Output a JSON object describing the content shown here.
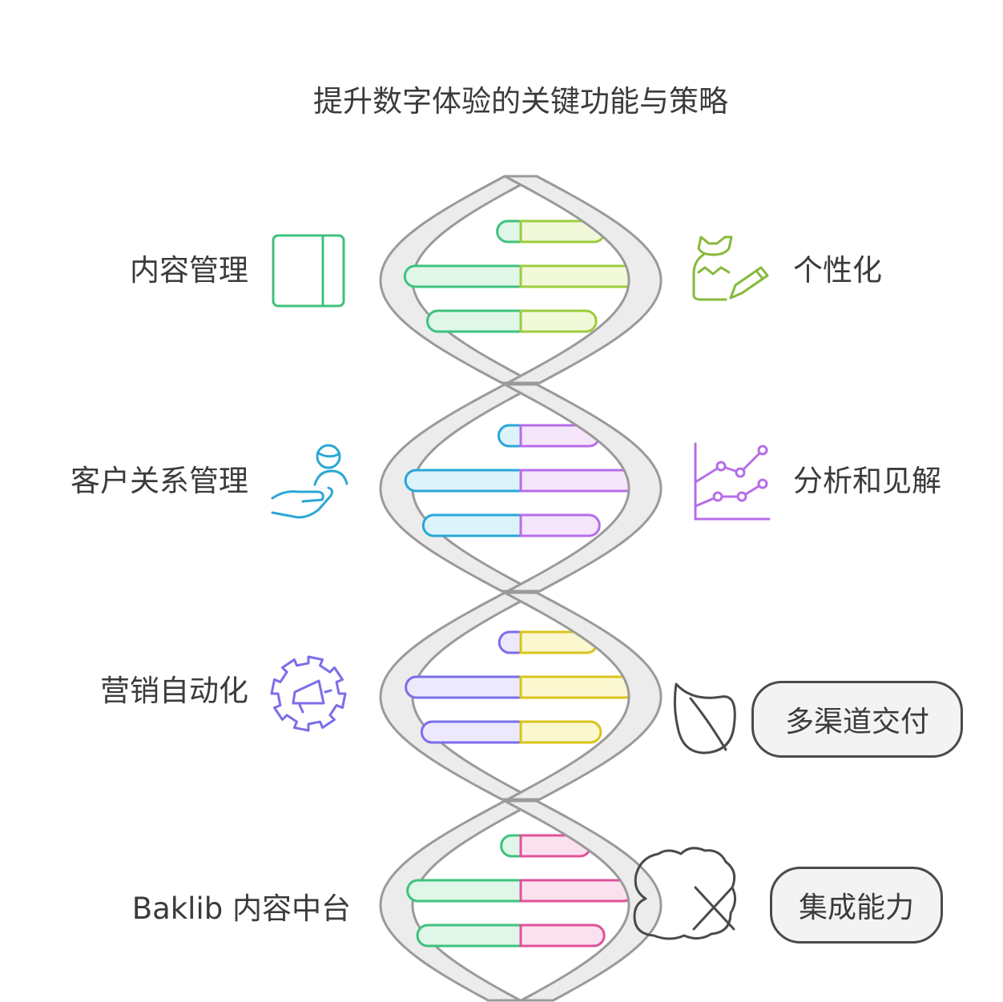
{
  "title": "提升数字体验的关键功能与策略",
  "left_labels": [
    {
      "text": "内容管理",
      "icon": "panel-icon",
      "color": "#3ec27e"
    },
    {
      "text": "客户关系管理",
      "icon": "hand-person-icon",
      "color": "#2aa7d6"
    },
    {
      "text": "营销自动化",
      "icon": "gear-megaphone-icon",
      "color": "#7b6ee8"
    },
    {
      "text": "Baklib 内容中台",
      "icon": "",
      "color": ""
    }
  ],
  "right_labels": [
    {
      "text": "个性化",
      "icon": "person-pencil-icon",
      "color": "#86b93a"
    },
    {
      "text": "分析和见解",
      "icon": "line-chart-icon",
      "color": "#b66ee8"
    },
    {
      "text": "多渠道交付",
      "icon": "leaf-icon",
      "color": "#4a4a4a"
    },
    {
      "text": "集成能力",
      "icon": "cloud-x-icon",
      "color": "#4a4a4a"
    }
  ],
  "colors": {
    "strand_fill": "#ececec",
    "strand_stroke": "#9a9a9a",
    "text": "#3b3b3b"
  },
  "rungs": [
    {
      "left": "#3ec27e",
      "left_fill": "#dff6e8",
      "right": "#9ccc3c",
      "right_fill": "#f1f9d9"
    },
    {
      "left": "#2aa7d6",
      "left_fill": "#ddf3fb",
      "right": "#b66ee8",
      "right_fill": "#f6e6fc"
    },
    {
      "left": "#7b6ee8",
      "left_fill": "#ece9fd",
      "right": "#d9c41e",
      "right_fill": "#fbf7cf"
    },
    {
      "left": "#3ec27e",
      "left_fill": "#dff6e8",
      "right": "#e0529a",
      "right_fill": "#fbe1ee"
    }
  ]
}
